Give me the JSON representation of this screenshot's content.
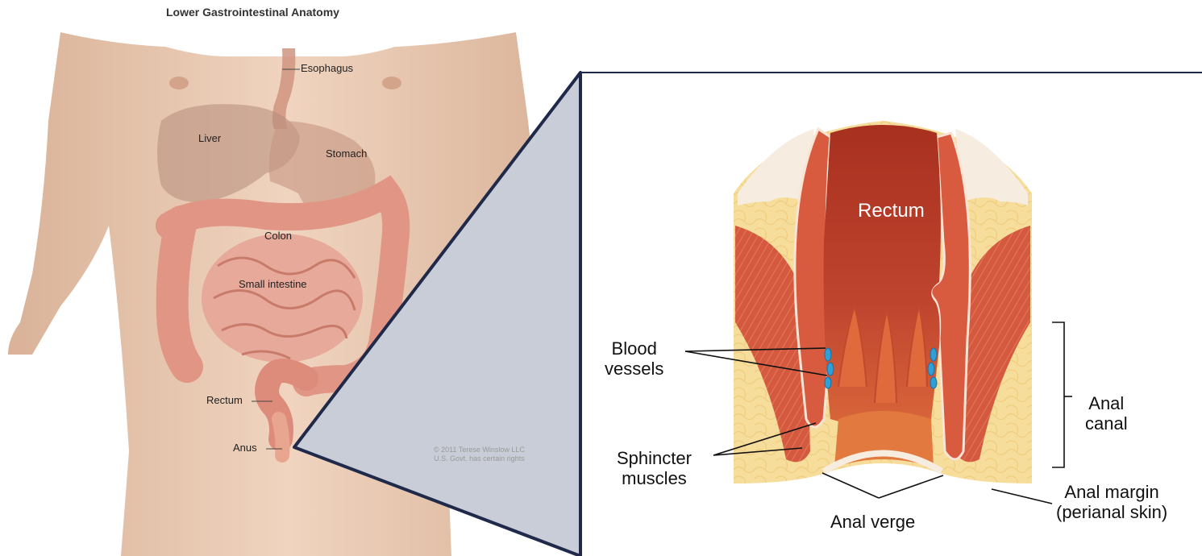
{
  "title": "Lower Gastrointestinal Anatomy",
  "body_labels": {
    "esophagus": "Esophagus",
    "liver": "Liver",
    "stomach": "Stomach",
    "colon": "Colon",
    "small_intestine": "Small intestine",
    "rectum": "Rectum",
    "anus": "Anus"
  },
  "copyright": {
    "line1": "© 2011 Terese Winslow LLC",
    "line2": "U.S. Govt. has certain rights"
  },
  "detail_labels": {
    "rectum": "Rectum",
    "blood_vessels_1": "Blood",
    "blood_vessels_2": "vessels",
    "sphincter_1": "Sphincter",
    "sphincter_2": "muscles",
    "anal_verge": "Anal verge",
    "anal_canal_1": "Anal",
    "anal_canal_2": "canal",
    "anal_margin_1": "Anal margin",
    "anal_margin_2": "(perianal skin)"
  },
  "colors": {
    "zoom_frame": "#1f2a4a",
    "zoom_fill": "#c9cdd8",
    "skin": "#e8c4a8",
    "rectum": "#b5402e",
    "muscle": "#d0553f",
    "fat": "#f5dc98",
    "vessel": "#2f9fd6"
  }
}
